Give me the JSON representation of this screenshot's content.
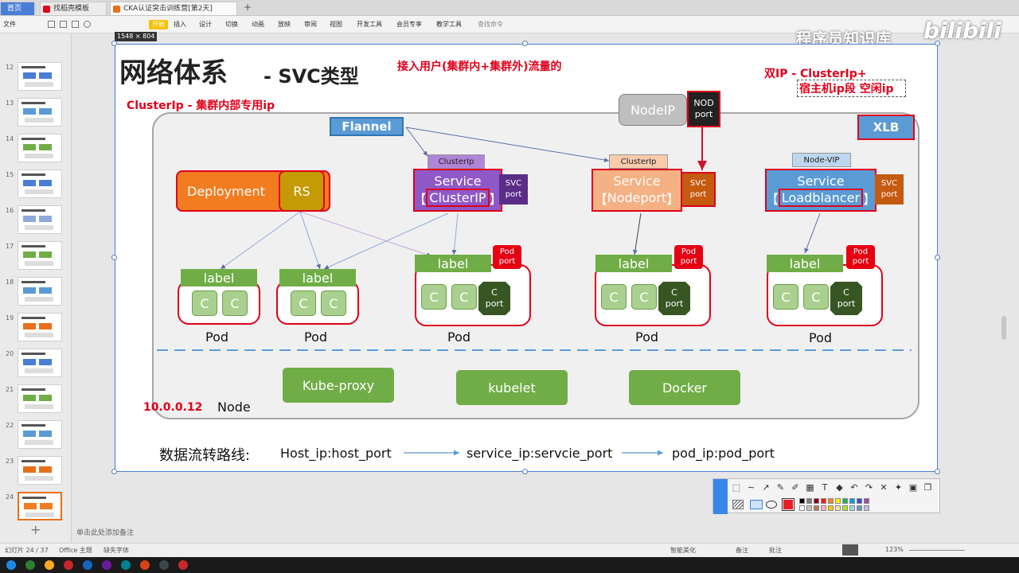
{
  "browser_tabs": [
    {
      "label": "首页",
      "icon_color": "#4a7ed6"
    },
    {
      "label": "找稻壳模板",
      "icon_color": "#e0001b"
    },
    {
      "label": "CKA认证突击训练营[第2天]",
      "icon_color": "#e8701a"
    }
  ],
  "new_tab": "+",
  "menu": {
    "file": "文件",
    "items": [
      "开始",
      "插入",
      "设计",
      "切换",
      "动画",
      "放映",
      "审阅",
      "视图",
      "开发工具",
      "会员专享",
      "教学工具"
    ],
    "active": "开始",
    "search": "查找命令"
  },
  "size_label": "1548 × 804",
  "watermark": "程序员知识库",
  "watermark_logo": "bilibili",
  "slide": {
    "title": "网络体系",
    "title_suffix": "- SVC类型",
    "subtitle_red": "接入用户(集群内+集群外)流量的",
    "clusterip_note": "ClusterIp - 集群内部专用ip",
    "dual_ip": "双IP - ClusterIp+",
    "dual_ip2": "宿主机ip段 空闲ip",
    "flannel": "Flannel",
    "nodeip": "NodeIP",
    "nod_port": [
      "NOD",
      "port"
    ],
    "xlb": "XLB",
    "deployment": "Deployment",
    "rs": "RS",
    "svc1": {
      "hdr": "ClusterIp",
      "name": "Service",
      "type": "ClusterIP"
    },
    "svc2": {
      "hdr": "ClusterIp",
      "name": "Service",
      "type": "Nodeport"
    },
    "svc3": {
      "hdr": "Node-VIP",
      "name": "Service",
      "type": "Loadblancer"
    },
    "bracket_l": "【",
    "bracket_r": "】",
    "svc_port": [
      "SVC",
      "port"
    ],
    "pod_port": [
      "Pod",
      "port"
    ],
    "c_port": [
      "C",
      "port"
    ],
    "label": "label",
    "c": "C",
    "pod": "Pod",
    "kube_proxy": "Kube-proxy",
    "kubelet": "kubelet",
    "docker": "Docker",
    "node_ip": "10.0.0.12",
    "node": "Node",
    "flow_title": "数据流转路线:",
    "flow": [
      "Host_ip:host_port",
      "service_ip:servcie_port",
      "pod_ip:pod_port"
    ]
  },
  "slide_numbers": [
    "12",
    "13",
    "14",
    "15",
    "16",
    "17",
    "18",
    "19",
    "20",
    "21",
    "22",
    "23",
    "24"
  ],
  "add_slide": "+",
  "notes_hint": "单击此处添加备注",
  "status": {
    "page": "幻灯片 24 / 37",
    "theme": "Office 主题",
    "font": "缺失字体",
    "beautify": "智能美化",
    "notes": "备注",
    "comments": "批注",
    "zoom": "123%"
  },
  "draw_tools": [
    "pointer",
    "line",
    "arrow",
    "pen",
    "highlighter",
    "mosaic",
    "text",
    "eraser",
    "undo",
    "redo",
    "close",
    "pin",
    "save",
    "copy"
  ],
  "palette": [
    "#000000",
    "#7f7f7f",
    "#880015",
    "#ed1c24",
    "#ff7f27",
    "#fff200",
    "#22b14c",
    "#00a2e8",
    "#3f48cc",
    "#a349a4",
    "#ffffff",
    "#c3c3c3",
    "#b97a57",
    "#ffaec9",
    "#ffc90e",
    "#efe4b0",
    "#b5e61d",
    "#99d9ea",
    "#7092be",
    "#c8bfe7"
  ],
  "active_color": "#ed1c24",
  "colors": {
    "accent": "#4a7ed6",
    "red": "#e0001b",
    "green": "#70ad47",
    "dark_green": "#375623",
    "purple": "#7030a0",
    "orange": "#c55a11",
    "blue": "#5b9bd5"
  }
}
